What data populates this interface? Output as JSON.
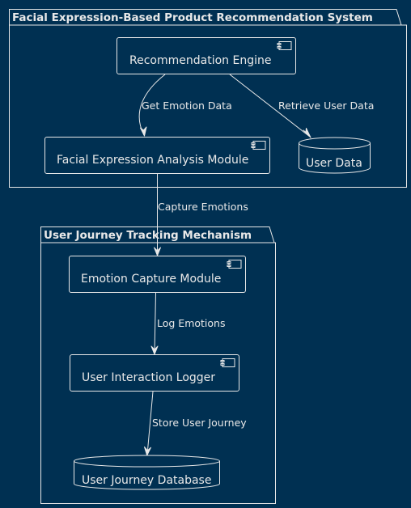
{
  "packages": {
    "recommendation_system": {
      "title": "Facial Expression-Based Product Recommendation System"
    },
    "journey_tracking": {
      "title": "User Journey Tracking Mechanism"
    }
  },
  "nodes": {
    "recommendation_engine": {
      "label": "Recommendation Engine",
      "icon": "component-icon"
    },
    "facial_analysis": {
      "label": "Facial Expression Analysis Module",
      "icon": "component-icon"
    },
    "user_data": {
      "label": "User Data",
      "icon": "database-icon"
    },
    "emotion_capture": {
      "label": "Emotion Capture Module",
      "icon": "component-icon"
    },
    "interaction_logger": {
      "label": "User Interaction Logger",
      "icon": "component-icon"
    },
    "journey_db": {
      "label": "User Journey Database",
      "icon": "database-icon"
    }
  },
  "edges": {
    "get_emotion": {
      "label": "Get Emotion Data"
    },
    "retrieve_user": {
      "label": "Retrieve User Data"
    },
    "capture_emotions": {
      "label": "Capture Emotions"
    },
    "log_emotions": {
      "label": "Log Emotions"
    },
    "store_journey": {
      "label": "Store User Journey"
    }
  },
  "colors": {
    "background": "#003052",
    "foreground": "#e8e8e8"
  }
}
